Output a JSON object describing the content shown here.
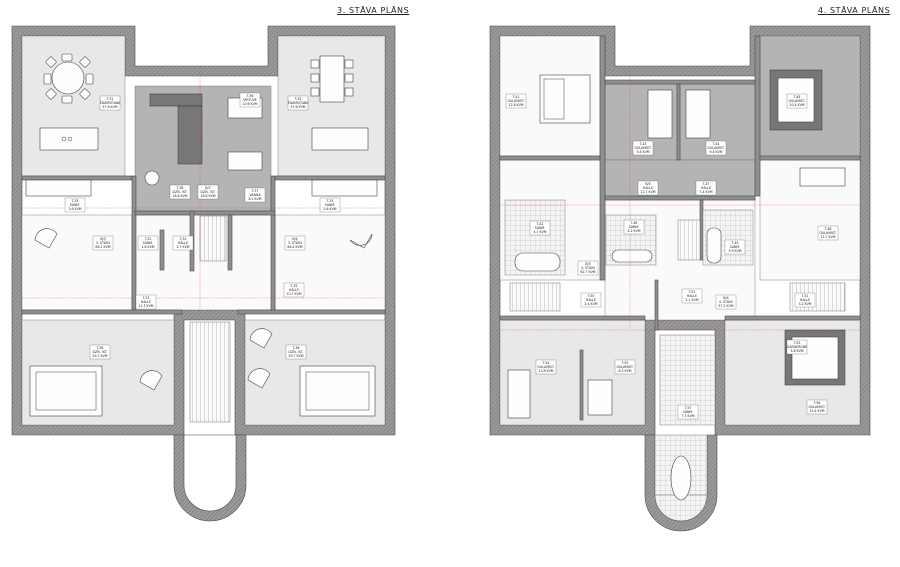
{
  "plans": [
    {
      "title": "3. STĀVA PLĀNS",
      "labels": [
        {
          "id": "3-1",
          "lines": [
            "T-31",
            "ĒDAMISTABA",
            "37.6 KVM"
          ]
        },
        {
          "id": "3-2",
          "lines": [
            "T-32",
            "ĒDAMISTABA",
            "37.6 KVM"
          ]
        },
        {
          "id": "3-3",
          "lines": [
            "T-36",
            "VIRTUVE",
            "10.6 KVM"
          ]
        },
        {
          "id": "3-4",
          "lines": [
            "T-38",
            "DZĪV. IST.",
            "18.8 KVM"
          ]
        },
        {
          "id": "3-5",
          "lines": [
            "B/2",
            "DZĪV. IST.",
            "18.8 KVM"
          ]
        },
        {
          "id": "3-6",
          "lines": [
            "T-37",
            "VANNA",
            "8.1 KVM"
          ]
        },
        {
          "id": "3-7",
          "lines": [
            "T-33",
            "SANM.",
            "2.6 KVM"
          ]
        },
        {
          "id": "3-8",
          "lines": [
            "T-33",
            "SANM.",
            "2.6 KVM"
          ]
        },
        {
          "id": "3-9",
          "lines": [
            "B/3",
            "3. STĀVS",
            "66.1 KVM"
          ]
        },
        {
          "id": "3-10",
          "lines": [
            "B/4",
            "3. STĀVS",
            "66.4 KVM"
          ]
        },
        {
          "id": "3-11",
          "lines": [
            "T-32",
            "SANM.",
            "1.8 KVM"
          ]
        },
        {
          "id": "3-12",
          "lines": [
            "T-34",
            "HALLE",
            "2.7 KVM"
          ]
        },
        {
          "id": "3-13",
          "lines": [
            "T-33",
            "HALLE",
            "11.1 KVM"
          ]
        },
        {
          "id": "3-14",
          "lines": [
            "T-35",
            "HALLE",
            "10.7 KVM"
          ]
        },
        {
          "id": "3-15",
          "lines": [
            "T-36",
            "DZĪV. IST.",
            "29.7 KVM"
          ]
        },
        {
          "id": "3-16",
          "lines": [
            "T-36",
            "DZĪV. IST.",
            "29.7 KVM"
          ]
        }
      ]
    },
    {
      "title": "4. STĀVA PLĀNS",
      "labels": [
        {
          "id": "4-1",
          "lines": [
            "T-41",
            "GUĻAMIST.",
            "12.8 KVM"
          ]
        },
        {
          "id": "4-2",
          "lines": [
            "T-43",
            "GUĻAMIST.",
            "9.4 KVM"
          ]
        },
        {
          "id": "4-3",
          "lines": [
            "T-44",
            "GUĻAMIST.",
            "9.4 KVM"
          ]
        },
        {
          "id": "4-4",
          "lines": [
            "T-45",
            "GUĻAMIST.",
            "20.4 KVM"
          ]
        },
        {
          "id": "4-5",
          "lines": [
            "B/5",
            "HALLE",
            "12.7 KVM"
          ]
        },
        {
          "id": "4-6",
          "lines": [
            "T-47",
            "HALLE",
            "7.4 KVM"
          ]
        },
        {
          "id": "4-7",
          "lines": [
            "T-42",
            "SANM.",
            "4.7 KVM"
          ]
        },
        {
          "id": "4-8",
          "lines": [
            "T-46",
            "SANM.",
            "4.2 KVM"
          ]
        },
        {
          "id": "4-9",
          "lines": [
            "T-48",
            "GUĻAMIST.",
            "12.7 KVM"
          ]
        },
        {
          "id": "4-10",
          "lines": [
            "B/3",
            "4. STĀVS",
            "62.7 KVM"
          ]
        },
        {
          "id": "4-11",
          "lines": [
            "B/4",
            "4. STĀVS",
            "57.2 KVM"
          ]
        },
        {
          "id": "4-12",
          "lines": [
            "T-49",
            "SANM.",
            "5.9 KVM"
          ]
        },
        {
          "id": "4-13",
          "lines": [
            "T-50",
            "HALLE",
            "2.4 KVM"
          ]
        },
        {
          "id": "4-14",
          "lines": [
            "T-51",
            "HALLE",
            "2.1 KVM"
          ]
        },
        {
          "id": "4-15",
          "lines": [
            "T-52",
            "HALLE",
            "3.2 KVM"
          ]
        },
        {
          "id": "4-16",
          "lines": [
            "T-53",
            "GARDEROBE",
            "5.8 KVM"
          ]
        },
        {
          "id": "4-17",
          "lines": [
            "T-54",
            "GUĻAMIST.",
            "13.8 KVM"
          ]
        },
        {
          "id": "4-18",
          "lines": [
            "T-55",
            "GUĻAMIST.",
            "8.3 KVM"
          ]
        },
        {
          "id": "4-19",
          "lines": [
            "T-56",
            "GUĻAMIST.",
            "15.4 KVM"
          ]
        },
        {
          "id": "4-20",
          "lines": [
            "T-57",
            "SANM.",
            "7.3 KVM"
          ]
        }
      ]
    }
  ]
}
